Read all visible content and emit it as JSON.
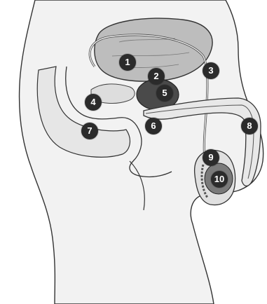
{
  "marker_color": "#2b2b2b",
  "outline_color": "#333333",
  "organ_fill": "#bdbdbd",
  "labels": [
    {
      "id": "1",
      "text": "1"
    },
    {
      "id": "2",
      "text": "2"
    },
    {
      "id": "3",
      "text": "3"
    },
    {
      "id": "4",
      "text": "4"
    },
    {
      "id": "5",
      "text": "5"
    },
    {
      "id": "6",
      "text": "6"
    },
    {
      "id": "7",
      "text": "7"
    },
    {
      "id": "8",
      "text": "8"
    },
    {
      "id": "9",
      "text": "9"
    },
    {
      "id": "10",
      "text": "10"
    }
  ]
}
